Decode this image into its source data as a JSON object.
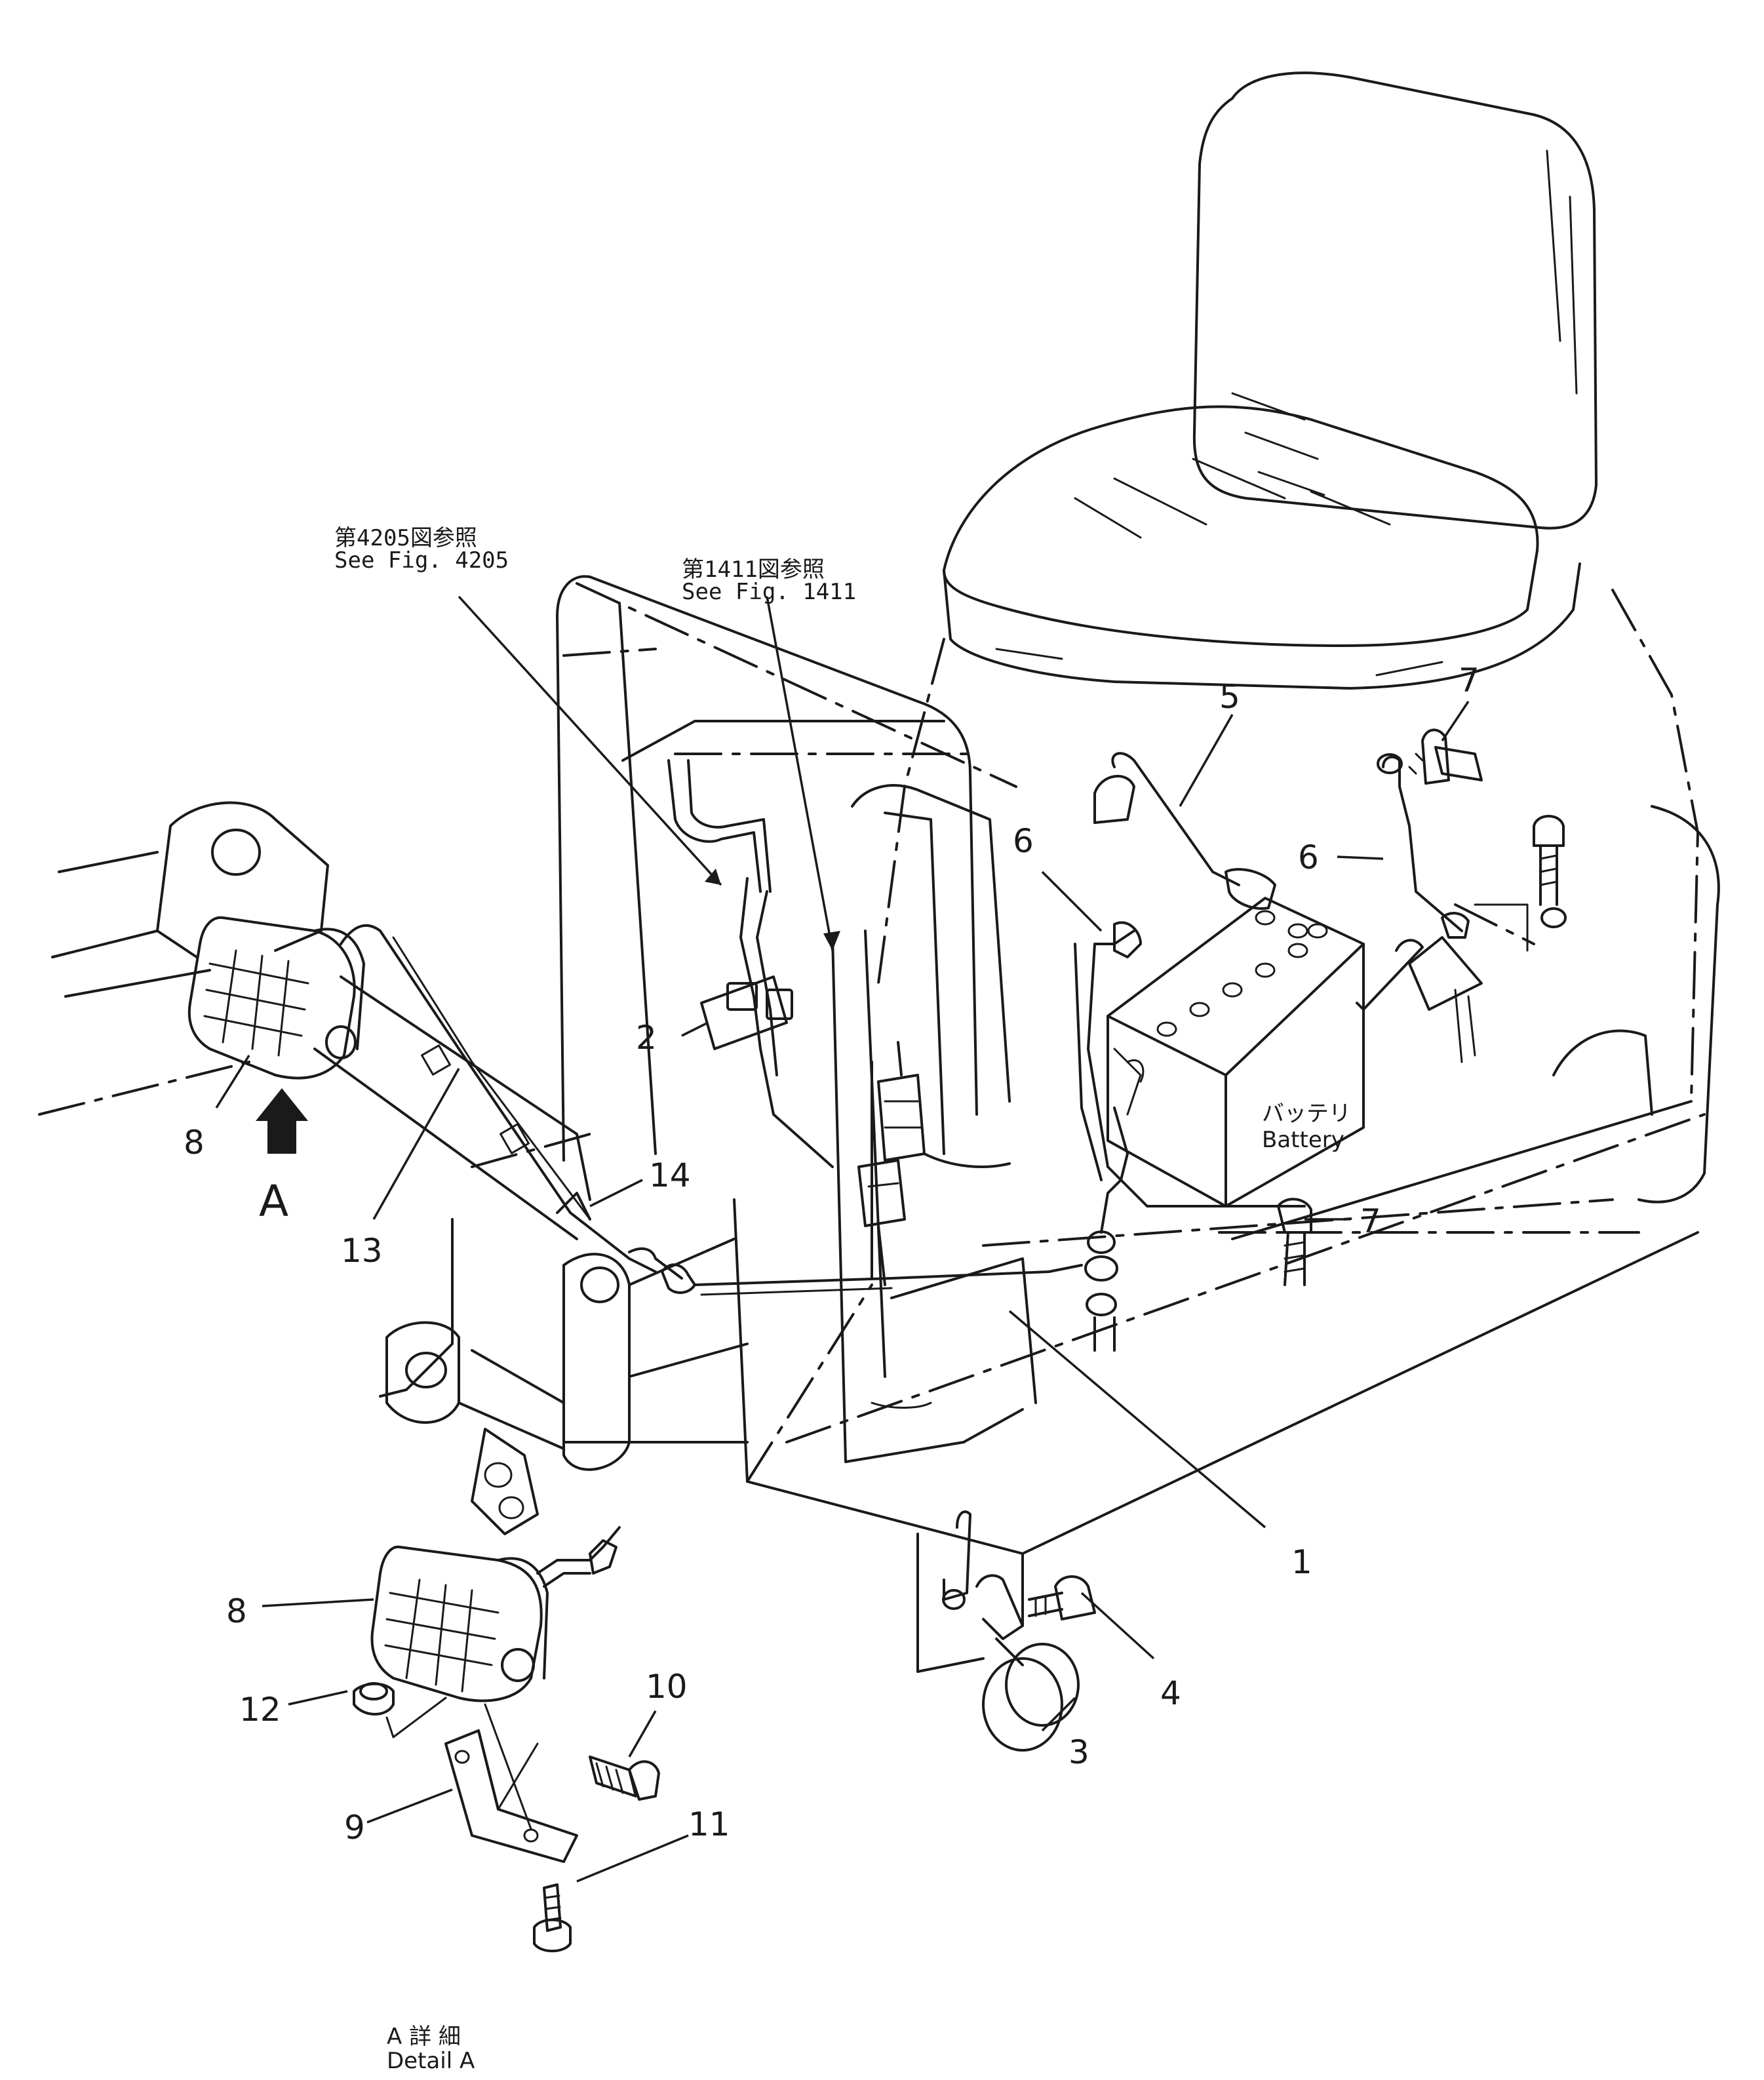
{
  "references": {
    "fig4205_jp": "第4205図参照",
    "fig4205_en": "See Fig. 4205",
    "fig1411_jp": "第1411図参照",
    "fig1411_en": "See Fig. 1411"
  },
  "battery": {
    "label_jp": "バッテリ",
    "label_en": "Battery"
  },
  "view_marker": "A",
  "detail_caption": {
    "jp": "A 詳 細",
    "en": "Detail A"
  },
  "callouts": {
    "c1": "1",
    "c2": "2",
    "c3": "3",
    "c4": "4",
    "c5": "5",
    "c6a": "6",
    "c6b": "6",
    "c7a": "7",
    "c7b": "7",
    "c8a": "8",
    "c8b": "8",
    "c9": "9",
    "c10": "10",
    "c11": "11",
    "c12": "12",
    "c13": "13",
    "c14": "14"
  }
}
